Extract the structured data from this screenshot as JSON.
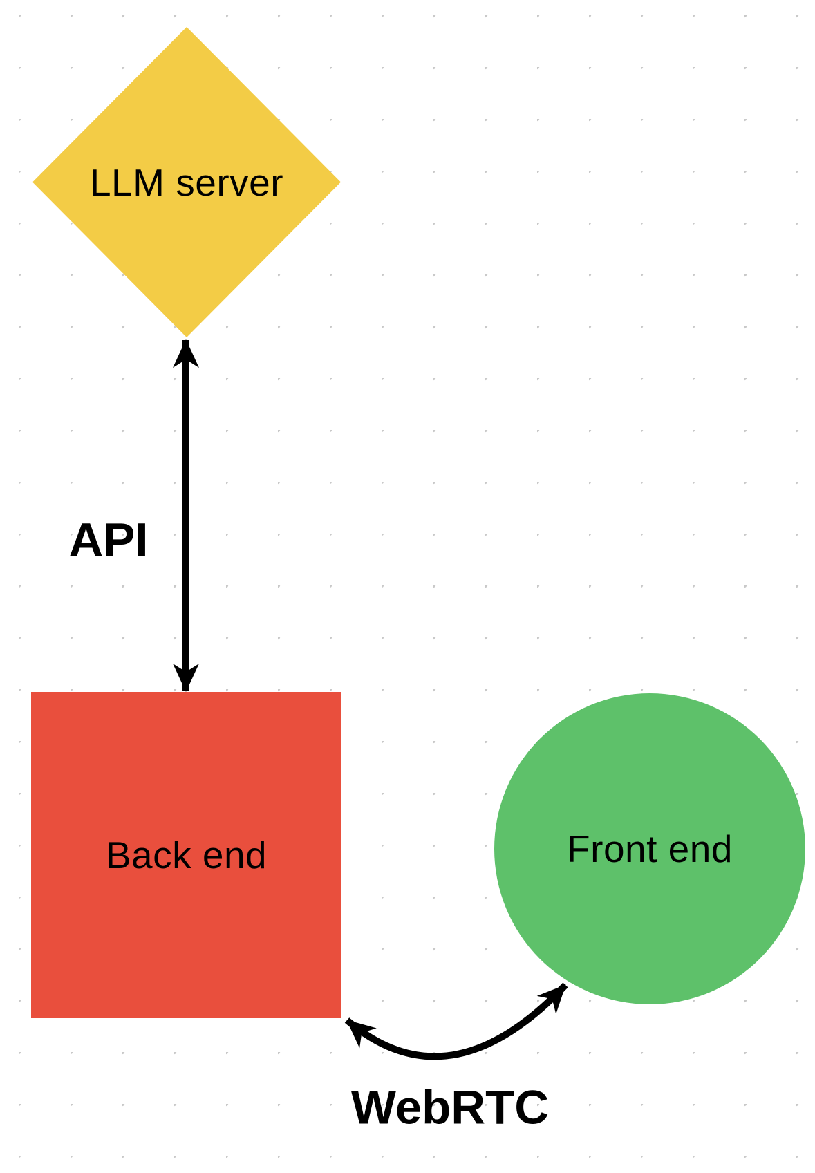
{
  "colors": {
    "background": "#ffffff",
    "grid_dot": "#c9c9c9",
    "yellow": "#F3CC46",
    "red": "#E94F3D",
    "green": "#5EC16A",
    "arrow": "#000000",
    "text": "#000000"
  },
  "diagram": {
    "nodes": [
      {
        "id": "llm-server",
        "shape": "diamond",
        "label": "LLM server",
        "color": "#F3CC46"
      },
      {
        "id": "back-end",
        "shape": "square",
        "label": "Back end",
        "color": "#E94F3D"
      },
      {
        "id": "front-end",
        "shape": "circle",
        "label": "Front end",
        "color": "#5EC16A"
      }
    ],
    "edges": [
      {
        "id": "api",
        "label": "API",
        "type": "double-headed-straight-arrow",
        "from": "llm-server",
        "to": "back-end"
      },
      {
        "id": "webrtc",
        "label": "WebRTC",
        "type": "double-headed-curved-arrow",
        "from": "back-end",
        "to": "front-end"
      }
    ]
  }
}
